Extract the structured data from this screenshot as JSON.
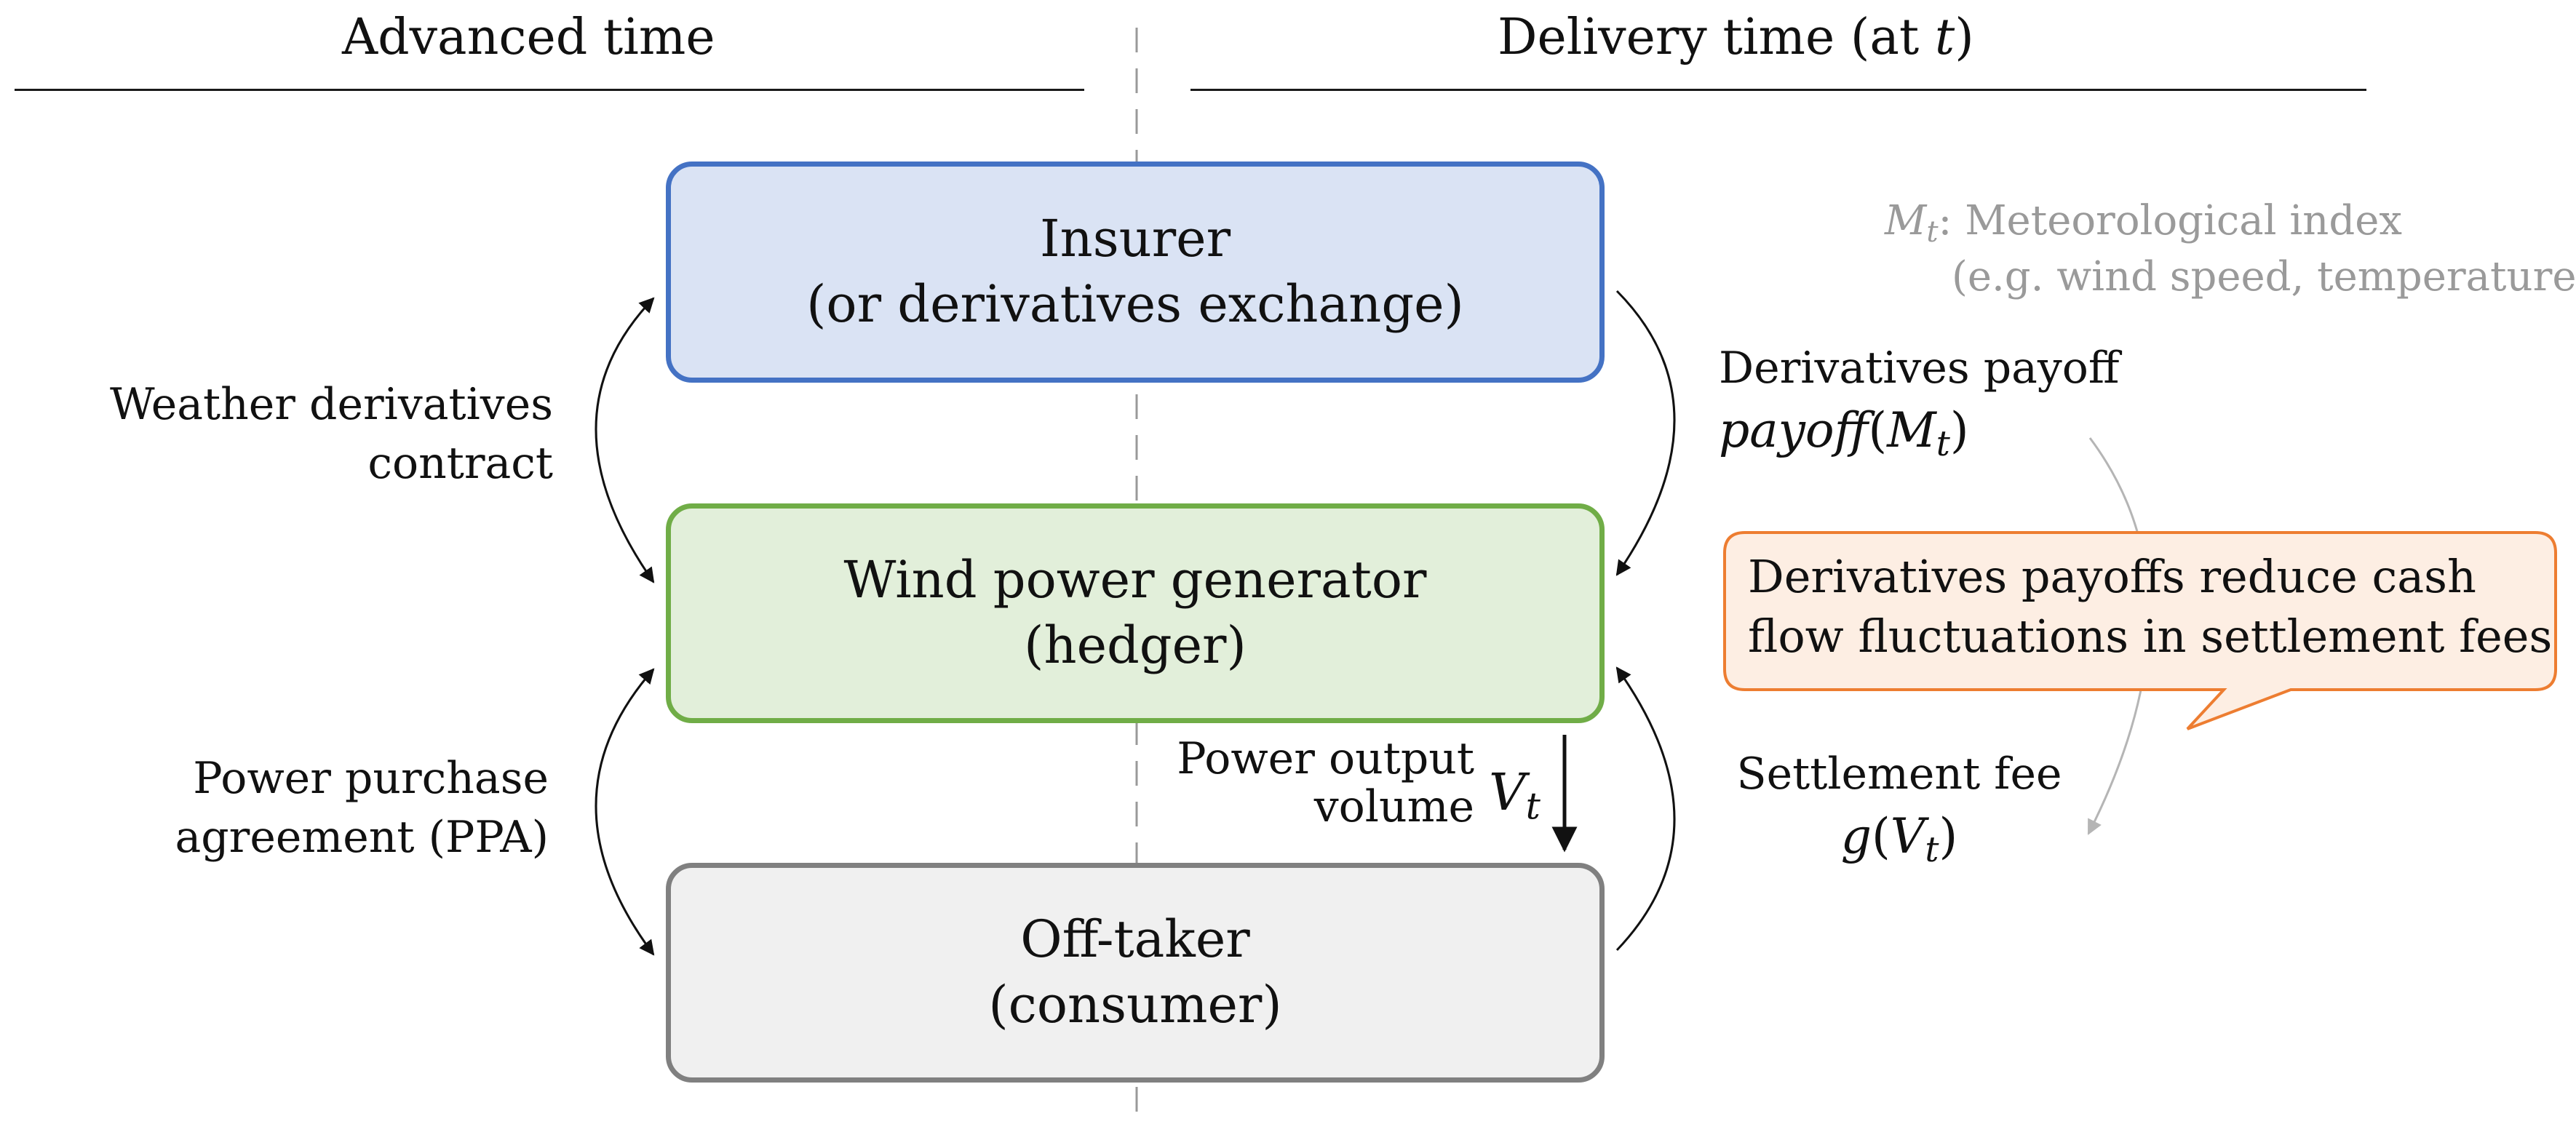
{
  "headers": {
    "advanced": "Advanced time",
    "delivery": "Delivery time (at ",
    "delivery_var": "t",
    "delivery_close": ")"
  },
  "boxes": {
    "insurer": {
      "line1": "Insurer",
      "line2": "(or derivatives exchange)"
    },
    "generator": {
      "line1": "Wind power generator",
      "line2": "(hedger)"
    },
    "offtaker": {
      "line1": "Off-taker",
      "line2": "(consumer)"
    }
  },
  "left_labels": {
    "weather": {
      "line1": "Weather derivatives",
      "line2": "contract"
    },
    "ppa": {
      "line1": "Power purchase",
      "line2": "agreement (PPA)"
    }
  },
  "power_output": {
    "line1": "Power output",
    "line2": "volume",
    "var": "V",
    "sub": "t"
  },
  "meteo": {
    "var": "M",
    "sub": "t",
    "text": ": Meteorological index",
    "line2": "(e.g. wind speed, temperature)"
  },
  "payoff": {
    "title": "Derivatives payoff",
    "func": "payoff",
    "open": "(",
    "var": "M",
    "sub": "t",
    "close": ")"
  },
  "settlement": {
    "title": "Settlement fee",
    "func": "g",
    "open": "(",
    "var": "V",
    "sub": "t",
    "close": ")"
  },
  "callout": {
    "line1": "Derivatives payoffs reduce cash",
    "line2": "flow fluctuations in settlement fees"
  },
  "colors": {
    "insurer_fill": "#dae3f4",
    "insurer_border": "#4472c4",
    "generator_fill": "#e2efda",
    "generator_border": "#70ad47",
    "offtaker_fill": "#f0f0f0",
    "offtaker_border": "#808080",
    "callout_fill": "#fdeee3",
    "callout_border": "#ed7d31",
    "grey_text": "#9a9a9a"
  }
}
